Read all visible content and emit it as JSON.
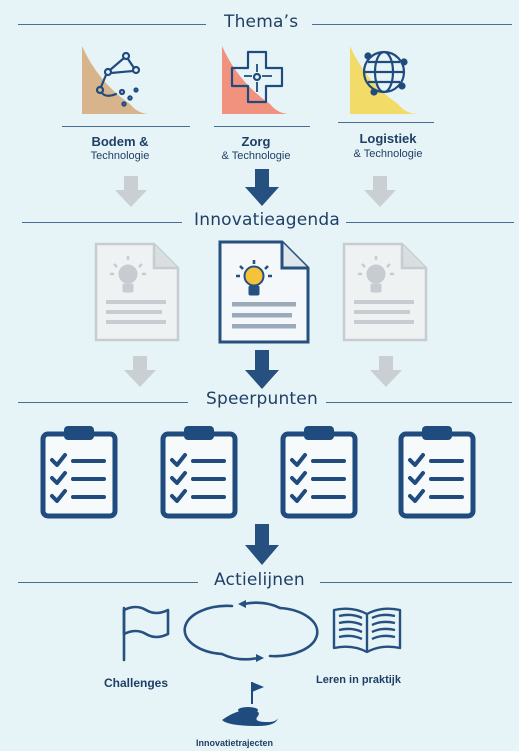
{
  "sections": {
    "themes": "Thema’s",
    "agenda": "Innovatieagenda",
    "focus": "Speerpunten",
    "lines": "Actielijnen"
  },
  "themes": [
    {
      "name": "Bodem &",
      "sub": "Technologie",
      "icon": "circuit-icon",
      "color": "#d8b48c"
    },
    {
      "name": "Zorg",
      "sub": "& Technologie",
      "icon": "medical-cross-icon",
      "color": "#f1927f"
    },
    {
      "name": "Logistiek",
      "sub": "& Technologie",
      "icon": "globe-network-icon",
      "color": "#f3db67"
    }
  ],
  "actions": {
    "challenges": "Challenges",
    "practice": "Leren in praktijk",
    "trajects": "Innovatietrajecten"
  },
  "colors": {
    "navy": "#1f4b7e",
    "faded": "#c6cbcf",
    "background": "#e7f4f7"
  }
}
